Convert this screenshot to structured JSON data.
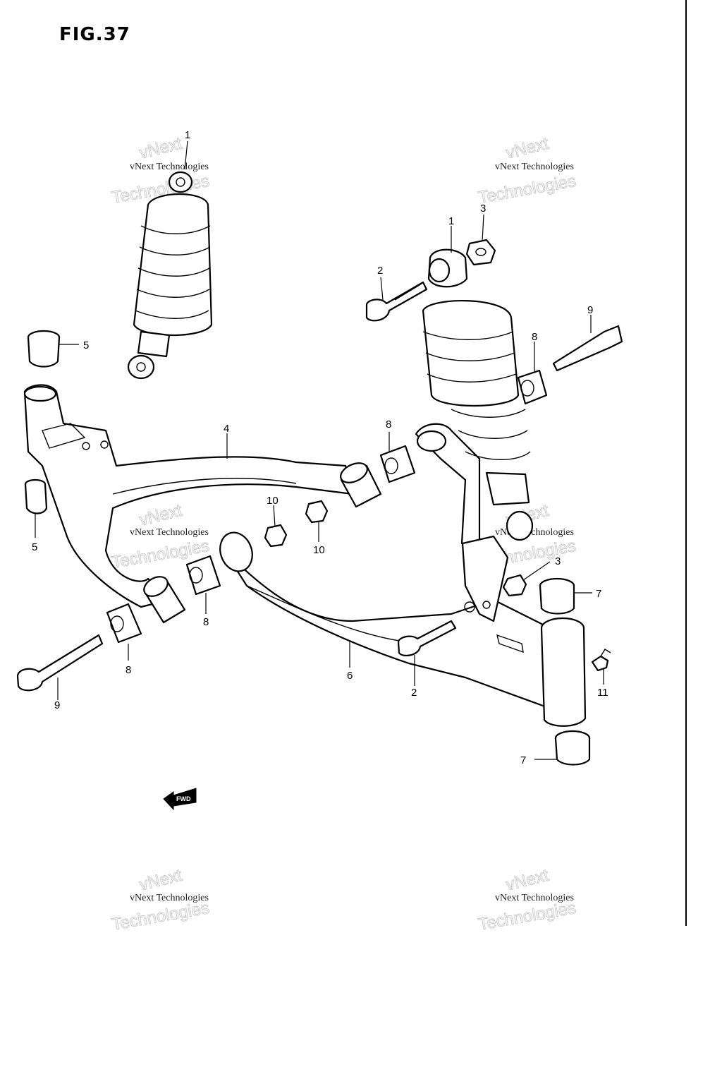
{
  "figure": {
    "title": "FIG.37"
  },
  "watermark": {
    "line_small": "vNext Technologies",
    "line_big_1": "vNext",
    "line_big_2": "Technologies"
  },
  "callouts": {
    "c1a": "1",
    "c1b": "1",
    "c2a": "2",
    "c2b": "2",
    "c3a": "3",
    "c3b": "3",
    "c4": "4",
    "c5a": "5",
    "c5b": "5",
    "c6": "6",
    "c7a": "7",
    "c7b": "7",
    "c8a": "8",
    "c8b": "8",
    "c8c": "8",
    "c8d": "8",
    "c9a": "9",
    "c9b": "9",
    "c10a": "10",
    "c10b": "10",
    "c11": "11"
  },
  "direction_badge": {
    "label": "FWD"
  }
}
